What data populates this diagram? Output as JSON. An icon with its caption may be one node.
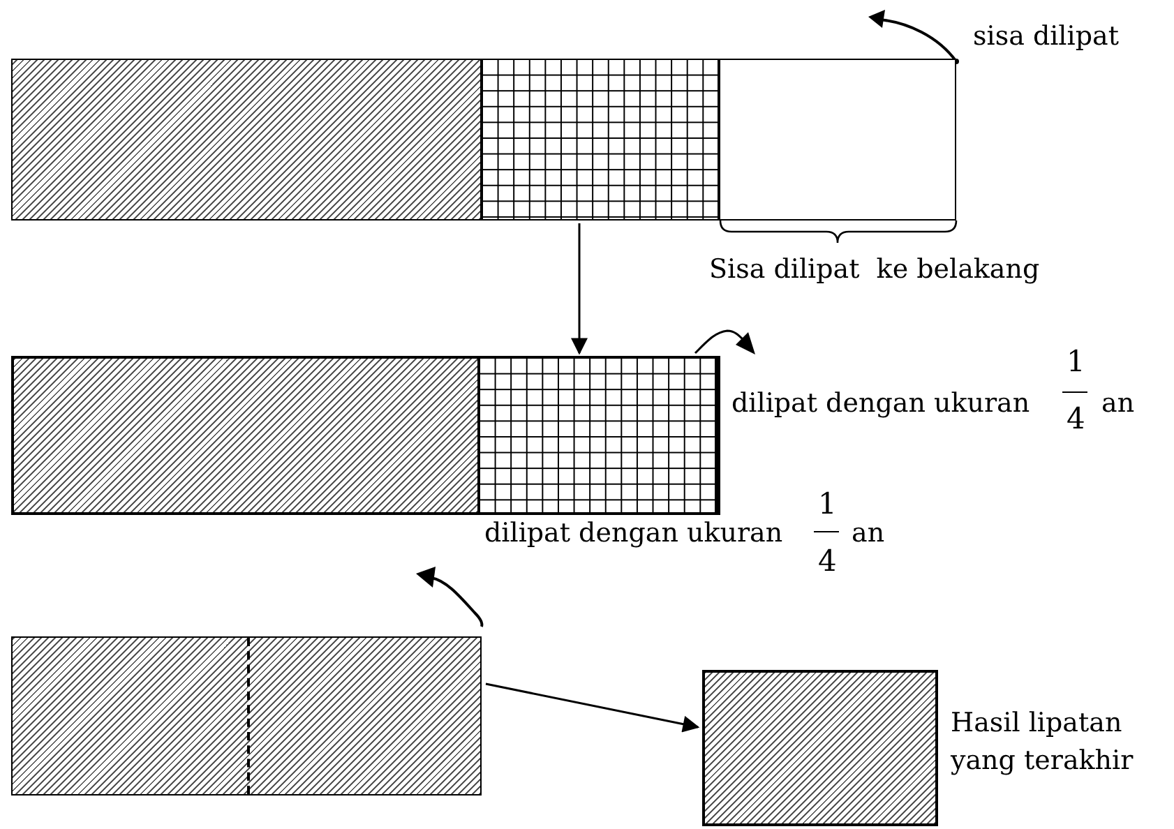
{
  "diagram": {
    "nodes": [
      {
        "text": [],
        "shape": "box"
      },
      {
        "text": [],
        "shape": "box"
      },
      {
        "text": [],
        "shape": "box"
      },
      {
        "text": [],
        "shape": "box",
        "beside": [
          "Hasil lipatan yang terakhir"
        ]
      }
    ],
    "edges": [
      {
        "from": 0,
        "to": 1,
        "arrow": "to"
      },
      {
        "from": 2,
        "to": 3,
        "arrow": "to"
      }
    ],
    "labels": [
      "sisa dilipat",
      "Sisa dilipat  ke belakang",
      "dilipat dengan ukuran",
      "1",
      "4",
      "an",
      "dilipat dengan ukuran",
      "1",
      "4",
      "an"
    ]
  }
}
